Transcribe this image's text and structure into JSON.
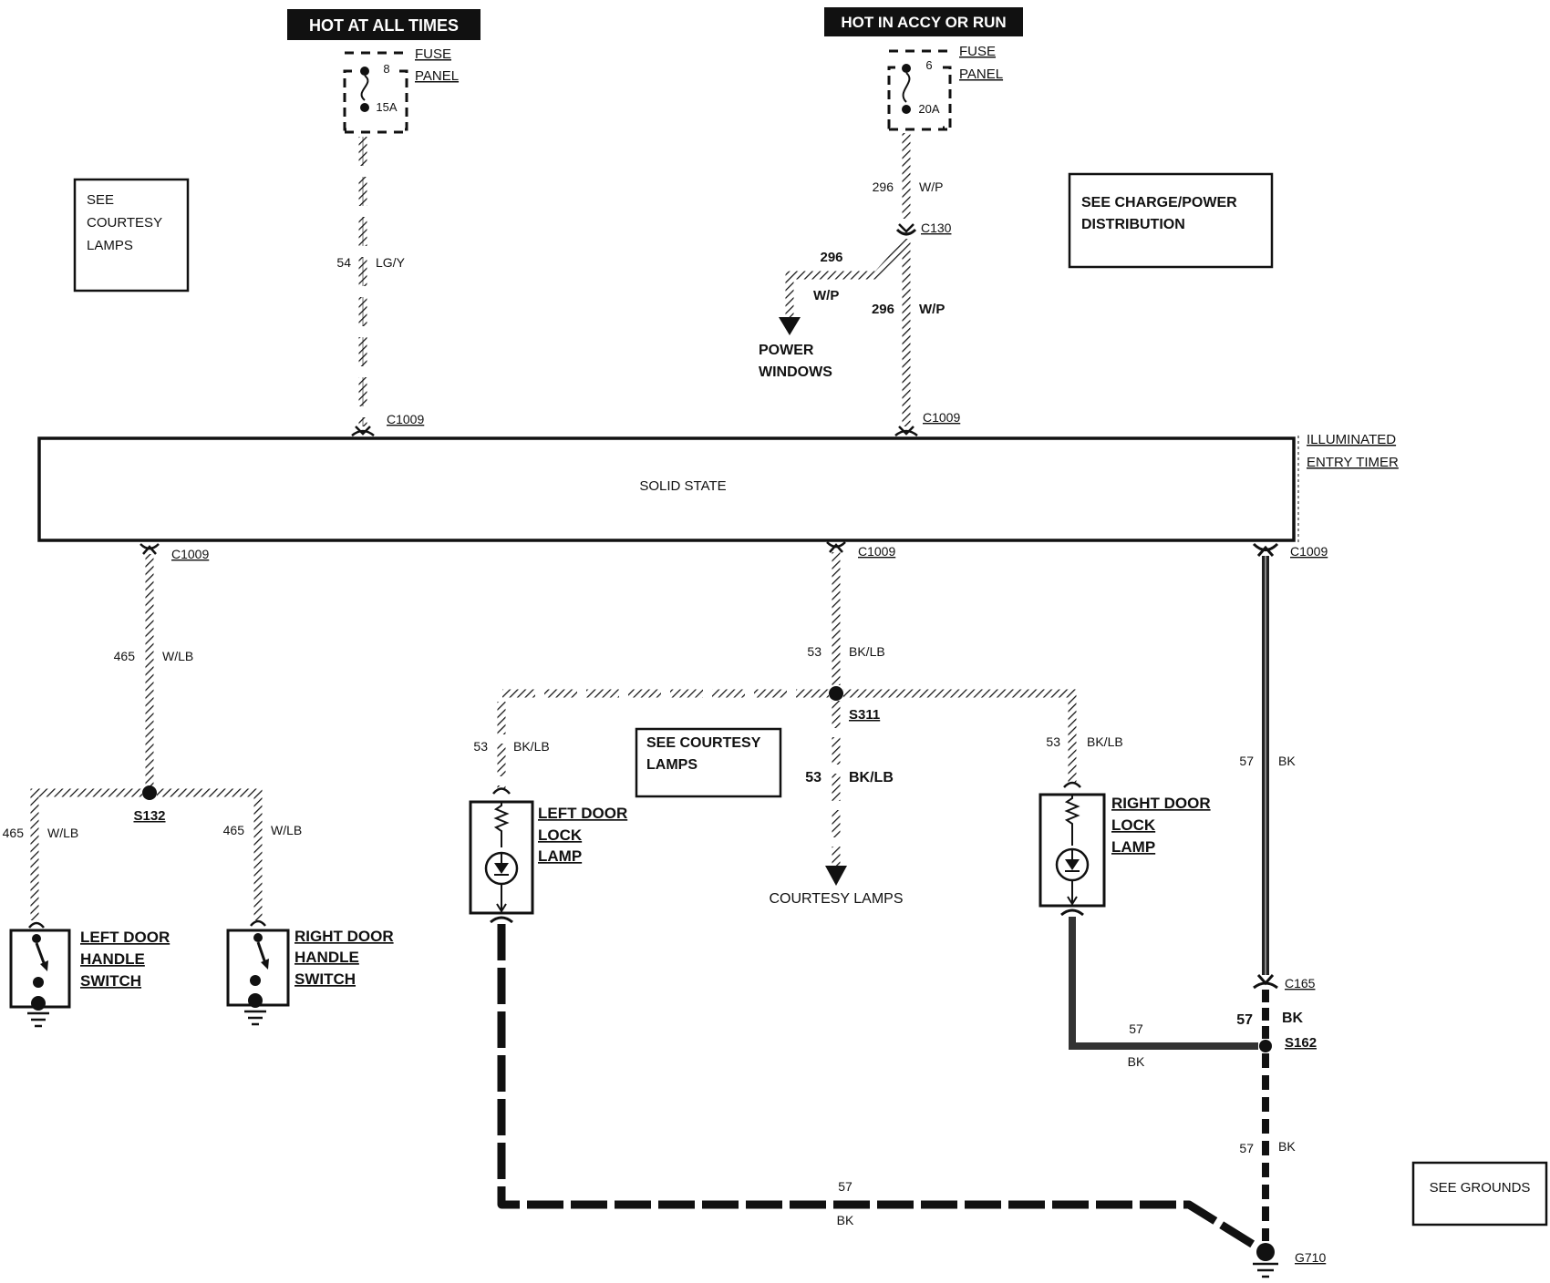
{
  "power": {
    "hot_all_times": "HOT AT ALL TIMES",
    "hot_accy_run": "HOT IN ACCY OR RUN"
  },
  "fuses": {
    "left": {
      "number": "8",
      "rating": "15A",
      "label_1": "FUSE",
      "label_2": "PANEL"
    },
    "right": {
      "number": "6",
      "rating": "20A",
      "label_1": "FUSE",
      "label_2": "PANEL"
    }
  },
  "notes": {
    "see_courtesy_1": "SEE",
    "see_courtesy_2": "COURTESY",
    "see_courtesy_3": "LAMPS",
    "charge_1": "SEE CHARGE/POWER",
    "charge_2": "DISTRIBUTION",
    "see_courtesy_mid_1": "SEE COURTESY",
    "see_courtesy_mid_2": "LAMPS",
    "see_grounds": "SEE GROUNDS"
  },
  "module": {
    "center_text": "SOLID STATE",
    "name_1": "ILLUMINATED",
    "name_2": "ENTRY TIMER"
  },
  "wires": {
    "w54_num": "54",
    "w54_color": "LG/Y",
    "w296a_num": "296",
    "w296a_color": "W/P",
    "w296b_num": "296",
    "w296b_color": "W/P",
    "w296c_num": "296",
    "w296c_color": "W/P",
    "w465_num": "465",
    "w465_color": "W/LB",
    "w465l_num": "465",
    "w465l_color": "W/LB",
    "w465r_num": "465",
    "w465r_color": "W/LB",
    "w53_num": "53",
    "w53_color": "BK/LB",
    "w53l_num": "53",
    "w53l_color": "BK/LB",
    "w53r_num": "53",
    "w53r_color": "BK/LB",
    "w53d_num": "53",
    "w53d_color": "BK/LB",
    "w57_num": "57",
    "w57_color": "BK",
    "w57b_num": "57",
    "w57b_color": "BK",
    "w57c_num": "57",
    "w57c_color": "BK",
    "w57h_num": "57",
    "w57h_color": "BK",
    "w57bot_num": "57",
    "w57bot_color": "BK"
  },
  "connectors": {
    "c1009": "C1009",
    "c130": "C130",
    "c165": "C165",
    "s132": "S132",
    "s311": "S311",
    "s162": "S162",
    "g710": "G710"
  },
  "destinations": {
    "power_windows_1": "POWER",
    "power_windows_2": "WINDOWS",
    "courtesy_lamps": "COURTESY LAMPS"
  },
  "components": {
    "left_handle_1": "LEFT DOOR",
    "left_handle_2": "HANDLE",
    "left_handle_3": "SWITCH",
    "right_handle_1": "RIGHT DOOR",
    "right_handle_2": "HANDLE",
    "right_handle_3": "SWITCH",
    "left_lamp_1": "LEFT DOOR",
    "left_lamp_2": "LOCK",
    "left_lamp_3": "LAMP",
    "right_lamp_1": "RIGHT DOOR",
    "right_lamp_2": "LOCK",
    "right_lamp_3": "LAMP"
  }
}
